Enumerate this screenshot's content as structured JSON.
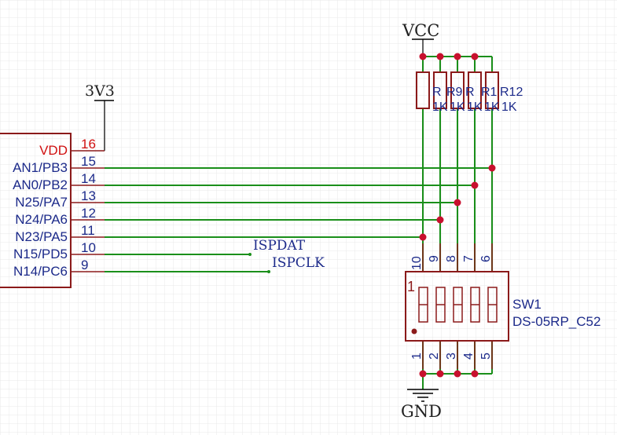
{
  "power": {
    "v3v3": "3V3",
    "vcc": "VCC",
    "gnd": "GND"
  },
  "chip": {
    "pins": [
      {
        "label": "VDD",
        "number": "16"
      },
      {
        "label": "AN1/PB3",
        "number": "15"
      },
      {
        "label": "AN0/PB2",
        "number": "14"
      },
      {
        "label": "N25/PA7",
        "number": "13"
      },
      {
        "label": "N24/PA6",
        "number": "12"
      },
      {
        "label": "N23/PA5",
        "number": "11"
      },
      {
        "label": "N15/PD5",
        "number": "10"
      },
      {
        "label": "N14/PC6",
        "number": "9"
      }
    ]
  },
  "nets": {
    "ispdat": "ISPDAT",
    "ispclk": "ISPCLK"
  },
  "resistors": {
    "designators": [
      "R",
      "R9",
      "R",
      "R1",
      "R12"
    ],
    "values": [
      "1K",
      "1K",
      "1K",
      "1K",
      "1K"
    ]
  },
  "switch": {
    "designator": "SW1",
    "part": "DS-05RP_C52",
    "pin1_marker": "1",
    "top_pins": [
      "10",
      "9",
      "8",
      "7",
      "6"
    ],
    "bottom_pins": [
      "1",
      "2",
      "3",
      "4",
      "5"
    ]
  },
  "colors": {
    "wire": "#1a8f1a",
    "part": "#8b1a1a",
    "junction": "#c8102e",
    "pin_text": "#1c2a8a",
    "vdd_text": "#d01010",
    "grid": "#e9e9e9"
  }
}
